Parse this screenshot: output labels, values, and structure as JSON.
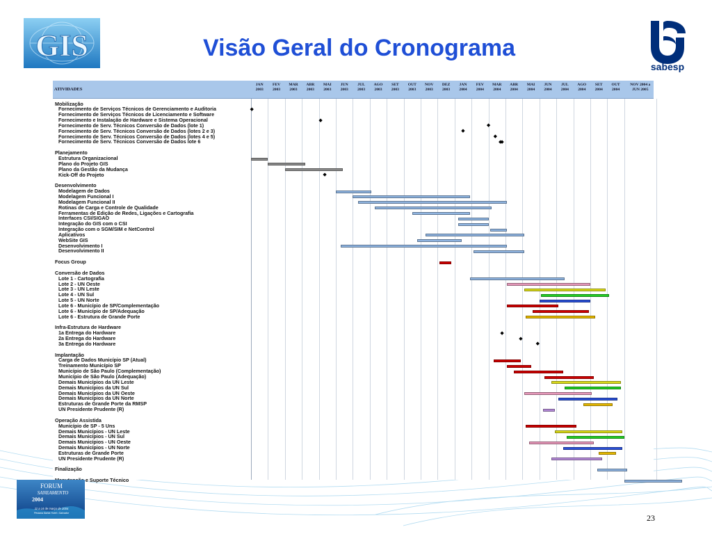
{
  "title": "Visão Geral do Cronograma",
  "page_number": "23",
  "sabesp_logo": {
    "text": "sabesp",
    "color": "#002e7a"
  },
  "gis_logo": {
    "text": "GIS"
  },
  "forum_logo": {
    "line1": "FORUM",
    "line2": "SANEAMENTO",
    "year": "2004",
    "line3": "11 a 14 de março de 2004",
    "line4": "Pestana Bahia Hotel • Salvador"
  },
  "colors": {
    "title": "#1f4fd6",
    "header": "#a9c7ea",
    "blue_bar": "#8fb4e0",
    "gray_bar": "#8a8a8a",
    "red": "#cc0000",
    "pink": "#e597b9",
    "yellow": "#d9d91a",
    "green": "#22cc22",
    "darkblue": "#2a4fd6",
    "orange": "#e6b800",
    "violet": "#b48ad8"
  },
  "gantt": {
    "header_label": "ATIVIDADES",
    "months": [
      [
        "JAN",
        "2003"
      ],
      [
        "FEV",
        "2003"
      ],
      [
        "MAR",
        "2003"
      ],
      [
        "ABR",
        "2003"
      ],
      [
        "MAI",
        "2003"
      ],
      [
        "JUN",
        "2003"
      ],
      [
        "JUL",
        "2003"
      ],
      [
        "AGO",
        "2003"
      ],
      [
        "SET",
        "2003"
      ],
      [
        "OUT",
        "2003"
      ],
      [
        "NOV",
        "2003"
      ],
      [
        "DEZ",
        "2003"
      ],
      [
        "JAN",
        "2004"
      ],
      [
        "FEV",
        "2004"
      ],
      [
        "MAR",
        "2004"
      ],
      [
        "ABR",
        "2004"
      ],
      [
        "MAI",
        "2004"
      ],
      [
        "JUN",
        "2004"
      ],
      [
        "JUL",
        "2004"
      ],
      [
        "AGO",
        "2004"
      ],
      [
        "SET",
        "2004"
      ],
      [
        "OUT",
        "2004"
      ],
      [
        "NOV 2004 a",
        "JUN 2005"
      ]
    ],
    "rows": [
      {
        "label": "Mobilização",
        "group": true
      },
      {
        "label": "Fornecimento de Serviços Técnicos de Gerenciamento e Auditoria",
        "milestones": [
          0.05
        ]
      },
      {
        "label": "Fornecimento de Serviços Técnicos de Licenciamento e Software"
      },
      {
        "label": "Fornecimento e Instalação de Hardware e Sistema Operacional",
        "milestones": [
          4.1
        ]
      },
      {
        "label": "Fornecimento de Serv. Técnicos Conversão de Dados (lote 1)",
        "milestones": [
          14.0
        ]
      },
      {
        "label": "Fornecimento de Serv. Técnicos Conversão de Dados (lotes 2 e 3)",
        "milestones": [
          12.5
        ]
      },
      {
        "label": "Fornecimento de Serv. Técnicos Conversão de Dados (lotes 4 e 5)",
        "milestones": [
          14.4
        ]
      },
      {
        "label": "Fornecimento de Serv. Técnicos Conversão de Dados lote 6",
        "milestones": [
          14.8,
          14.7
        ]
      },
      {
        "label": ""
      },
      {
        "label": "Planejamento",
        "group": true
      },
      {
        "label": "Estrutura Organizacional",
        "bars": [
          {
            "start": 0.0,
            "end": 1.0,
            "color": "gray"
          }
        ]
      },
      {
        "label": "Plano do Projeto GIS",
        "bars": [
          {
            "start": 1.0,
            "end": 3.2,
            "color": "gray"
          }
        ]
      },
      {
        "label": "Plano da Gestão da Mudança",
        "bars": [
          {
            "start": 2.0,
            "end": 5.4,
            "color": "gray"
          }
        ]
      },
      {
        "label": "Kick-Off do Projeto",
        "milestones": [
          4.35
        ]
      },
      {
        "label": ""
      },
      {
        "label": "Desenvolvimento",
        "group": true
      },
      {
        "label": "Modelagem de Dados",
        "bars": [
          {
            "start": 5.0,
            "end": 7.1,
            "color": "blue"
          }
        ]
      },
      {
        "label": "Modelagem Funcional I",
        "bars": [
          {
            "start": 6.0,
            "end": 12.9,
            "color": "blue"
          }
        ]
      },
      {
        "label": "Modelagem Funcional II",
        "bars": [
          {
            "start": 6.3,
            "end": 15.1,
            "color": "blue"
          }
        ]
      },
      {
        "label": "Rotinas de Carga e Controle de Qualidade",
        "bars": [
          {
            "start": 7.3,
            "end": 14.2,
            "color": "blue"
          }
        ]
      },
      {
        "label": "Ferramentas de Edição de Redes, Ligações e Cartografia",
        "bars": [
          {
            "start": 9.5,
            "end": 12.9,
            "color": "blue"
          }
        ]
      },
      {
        "label": "Interfaces CSI/SIGAO",
        "bars": [
          {
            "start": 12.2,
            "end": 14.0,
            "color": "blue"
          }
        ]
      },
      {
        "label": "Integração do GIS com o CSI",
        "bars": [
          {
            "start": 12.2,
            "end": 14.0,
            "color": "blue"
          }
        ]
      },
      {
        "label": "Integração com o SGM/SIM e NetControl",
        "bars": [
          {
            "start": 14.1,
            "end": 15.1,
            "color": "blue"
          }
        ]
      },
      {
        "label": "Aplicativos",
        "bars": [
          {
            "start": 10.3,
            "end": 16.1,
            "color": "blue"
          }
        ]
      },
      {
        "label": "WebSite GIS",
        "bars": [
          {
            "start": 9.8,
            "end": 12.4,
            "color": "blue"
          }
        ]
      },
      {
        "label": "Desenvolvimento I",
        "bars": [
          {
            "start": 5.3,
            "end": 15.1,
            "color": "blue"
          }
        ]
      },
      {
        "label": "Desenvolvimento II",
        "bars": [
          {
            "start": 13.1,
            "end": 16.1,
            "color": "blue"
          }
        ]
      },
      {
        "label": ""
      },
      {
        "label": "Focus Group",
        "group": true,
        "bars": [
          {
            "start": 11.1,
            "end": 11.8,
            "color": "red"
          }
        ]
      },
      {
        "label": ""
      },
      {
        "label": "Conversão de Dados",
        "group": true
      },
      {
        "label": "Lote 1 - Cartografia",
        "bars": [
          {
            "start": 12.9,
            "end": 18.5,
            "color": "blue"
          }
        ]
      },
      {
        "label": "Lote 2 - UN Oeste",
        "bars": [
          {
            "start": 15.1,
            "end": 20.0,
            "color": "pink"
          }
        ]
      },
      {
        "label": "Lote 3 - UN Leste",
        "bars": [
          {
            "start": 16.1,
            "end": 20.9,
            "color": "yellow"
          }
        ]
      },
      {
        "label": "Lote 4 - UN Sul",
        "bars": [
          {
            "start": 17.1,
            "end": 21.1,
            "color": "green"
          }
        ]
      },
      {
        "label": "Lote 5 - UN Norte",
        "bars": [
          {
            "start": 17.0,
            "end": 20.0,
            "color": "darkblue"
          }
        ]
      },
      {
        "label": "Lote 6 - Município de SP/Complementação",
        "bars": [
          {
            "start": 15.1,
            "end": 18.1,
            "color": "red"
          }
        ]
      },
      {
        "label": "Lote 6 - Município de SP/Adequação",
        "bars": [
          {
            "start": 16.6,
            "end": 19.9,
            "color": "red"
          }
        ]
      },
      {
        "label": "Lote 6 - Estrutura de Grande Porte",
        "bars": [
          {
            "start": 16.2,
            "end": 20.3,
            "color": "orange"
          }
        ]
      },
      {
        "label": ""
      },
      {
        "label": "Infra-Estrutura de Hardware",
        "group": true
      },
      {
        "label": "1a Entrega do Hardware",
        "milestones": [
          14.8
        ]
      },
      {
        "label": "2a Entrega do Hardware",
        "milestones": [
          15.9
        ]
      },
      {
        "label": "3a Entrega do Hardware",
        "milestones": [
          16.9
        ]
      },
      {
        "label": ""
      },
      {
        "label": "Implantação",
        "group": true
      },
      {
        "label": "Carga de Dados Município SP (Atual)",
        "bars": [
          {
            "start": 14.3,
            "end": 15.9,
            "color": "red"
          }
        ]
      },
      {
        "label": "Treinamento Município SP",
        "bars": [
          {
            "start": 15.1,
            "end": 16.5,
            "color": "red"
          }
        ]
      },
      {
        "label": "Município de São Paulo (Complementação)",
        "bars": [
          {
            "start": 15.5,
            "end": 18.4,
            "color": "red"
          }
        ]
      },
      {
        "label": "Município de São Paulo (Adequação)",
        "bars": [
          {
            "start": 17.3,
            "end": 20.2,
            "color": "red"
          }
        ]
      },
      {
        "label": "Demais Municípios da UN Leste",
        "bars": [
          {
            "start": 17.7,
            "end": 21.8,
            "color": "yellow"
          }
        ]
      },
      {
        "label": "Demais Municípios da UN Sul",
        "bars": [
          {
            "start": 18.5,
            "end": 21.8,
            "color": "green"
          }
        ]
      },
      {
        "label": "Demais Municípios da UN Oeste",
        "bars": [
          {
            "start": 16.1,
            "end": 20.1,
            "color": "pink"
          }
        ]
      },
      {
        "label": "Demais Municípios da UN Norte",
        "bars": [
          {
            "start": 18.1,
            "end": 21.6,
            "color": "darkblue"
          }
        ]
      },
      {
        "label": "Estruturas de Grande Porte da RMSP",
        "bars": [
          {
            "start": 19.6,
            "end": 21.3,
            "color": "orange"
          }
        ]
      },
      {
        "label": "UN Presidente Prudente (R)",
        "bars": [
          {
            "start": 17.2,
            "end": 17.9,
            "color": "violet"
          }
        ]
      },
      {
        "label": ""
      },
      {
        "label": "Operação Assistida",
        "group": true
      },
      {
        "label": "Município de SP - 5 Uns",
        "bars": [
          {
            "start": 16.2,
            "end": 19.2,
            "color": "red"
          }
        ]
      },
      {
        "label": "Demais Municípios - UN Leste",
        "bars": [
          {
            "start": 17.9,
            "end": 21.9,
            "color": "yellow"
          }
        ]
      },
      {
        "label": "Demais Municípios - UN Sul",
        "bars": [
          {
            "start": 18.6,
            "end": 22.0,
            "color": "green"
          }
        ]
      },
      {
        "label": "Demais Municípios - UN Oeste",
        "bars": [
          {
            "start": 16.4,
            "end": 20.2,
            "color": "pink"
          }
        ]
      },
      {
        "label": "Demais Municípios - UN Norte",
        "bars": [
          {
            "start": 18.4,
            "end": 21.9,
            "color": "darkblue"
          }
        ]
      },
      {
        "label": "Estruturas de Grande Porte",
        "bars": [
          {
            "start": 20.5,
            "end": 21.5,
            "color": "orange"
          }
        ]
      },
      {
        "label": "UN Presidente Prudente (R)",
        "bars": [
          {
            "start": 17.7,
            "end": 20.7,
            "color": "violet"
          }
        ]
      },
      {
        "label": ""
      },
      {
        "label": "Finalização",
        "group": true,
        "bars": [
          {
            "start": 20.4,
            "end": 22.1,
            "color": "blue"
          }
        ]
      },
      {
        "label": ""
      },
      {
        "label": "Manutenção e Suporte Técnico",
        "group": true,
        "bars": [
          {
            "start": 22.0,
            "end": 23.8,
            "color": "blue"
          }
        ]
      }
    ]
  }
}
